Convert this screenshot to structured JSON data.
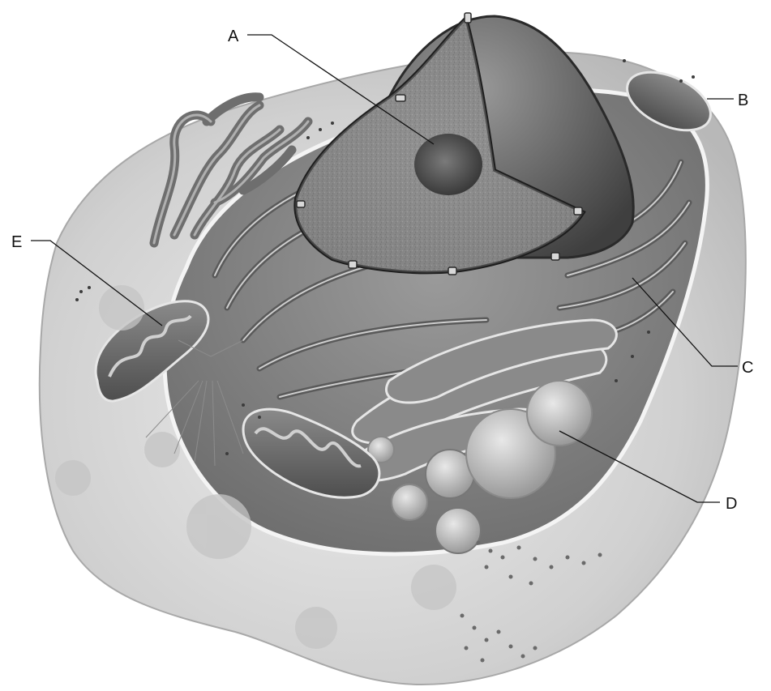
{
  "diagram": {
    "type": "labeled-illustration",
    "labels": [
      "A",
      "B",
      "C",
      "D",
      "E"
    ]
  },
  "colors": {
    "background": "#ffffff",
    "line": "#111111",
    "cell_fill": "#d8d8d8",
    "organelle_dark": "#4a4a4a"
  }
}
